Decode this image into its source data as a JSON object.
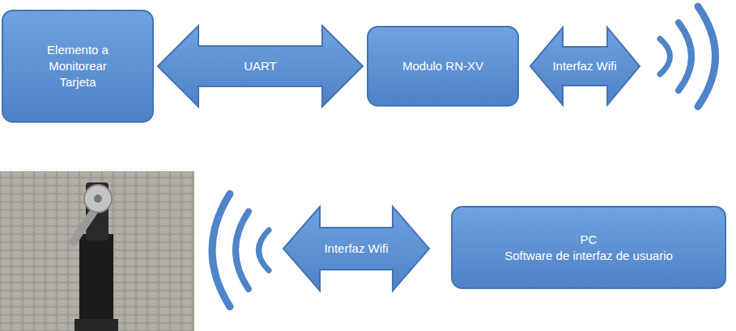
{
  "diagram": {
    "nodes": [
      {
        "text": [
          "Elemento a Monitorear Tarjeta"
        ]
      },
      {
        "text": [
          "Modulo RN-XV"
        ]
      },
      {
        "text": [
          "PC",
          "Software de interfaz de usuario"
        ]
      }
    ],
    "edges": [
      {
        "from": 0,
        "to": 1,
        "arrow": "both",
        "label": "UART"
      }
    ],
    "labels": [
      "Interfaz Wifi",
      "Interfaz Wifi"
    ]
  }
}
